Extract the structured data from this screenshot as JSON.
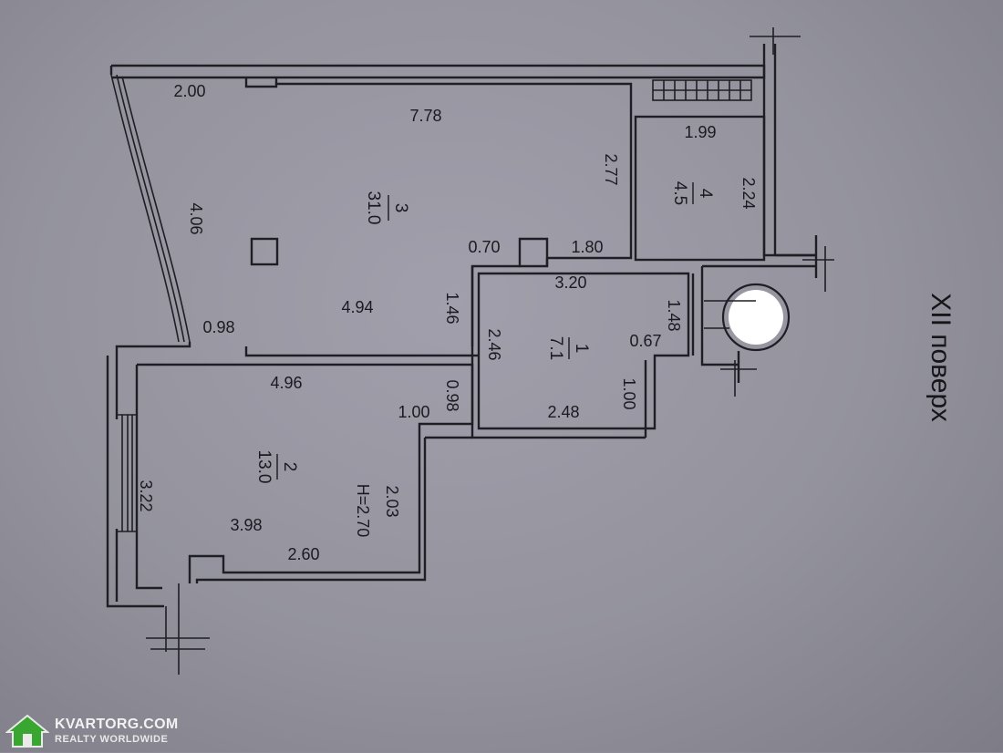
{
  "floor_label": "XII поверх",
  "rooms": [
    {
      "id": "1",
      "area": "7.1"
    },
    {
      "id": "2",
      "area": "13.0",
      "height": "H=2.70"
    },
    {
      "id": "3",
      "area": "31.0"
    },
    {
      "id": "4",
      "area": "4.5"
    }
  ],
  "dimensions": {
    "d_2_00": "2.00",
    "d_7_78": "7.78",
    "d_2_77": "2.77",
    "d_4_06": "4.06",
    "d_0_70": "0.70",
    "d_1_80": "1.80",
    "d_4_94": "4.94",
    "d_1_46": "1.46",
    "d_0_98_a": "0.98",
    "d_1_99": "1.99",
    "d_2_24": "2.24",
    "d_3_20": "3.20",
    "d_1_48": "1.48",
    "d_2_46": "2.46",
    "d_0_67": "0.67",
    "d_1_00_a": "1.00",
    "d_2_48": "2.48",
    "d_4_96": "4.96",
    "d_0_98_b": "0.98",
    "d_1_00_b": "1.00",
    "d_3_22": "3.22",
    "d_2_03": "2.03",
    "d_3_98": "3.98",
    "d_2_60": "2.60"
  },
  "logo": {
    "line1": "KVARTORG.COM",
    "line2": "REALTY WORLDWIDE",
    "colors": {
      "green": "#3aa632",
      "white": "#f2f2f2"
    }
  }
}
